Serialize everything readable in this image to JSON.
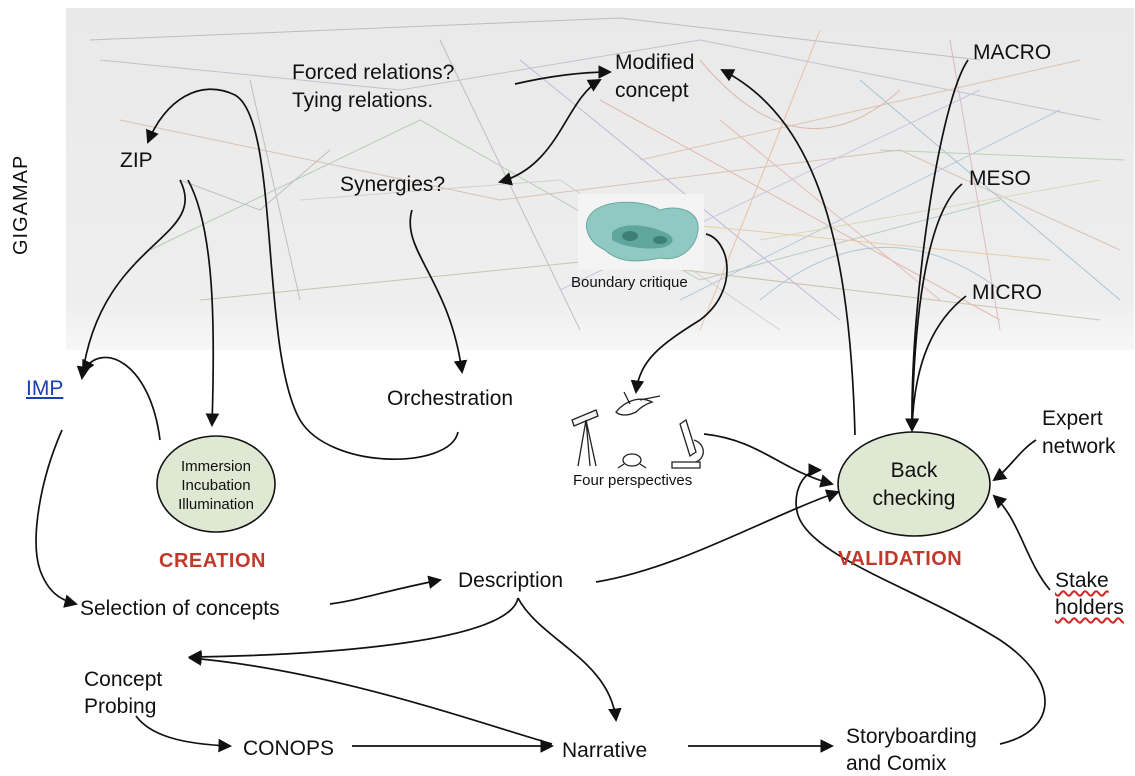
{
  "side_label": "GIGAMAP",
  "gigamap": {
    "forced_relations": "Forced relations?",
    "tying_relations": "Tying relations.",
    "modified_concept_1": "Modified",
    "modified_concept_2": "concept",
    "zip": "ZIP",
    "synergies": "Synergies?",
    "boundary_critique": "Boundary critique",
    "macro": "MACRO",
    "meso": "MESO",
    "micro": "MICRO"
  },
  "creation": {
    "imp": "IMP",
    "oval_line1": "Immersion",
    "oval_line2": "Incubation",
    "oval_line3": "Illumination",
    "title": "CREATION",
    "orchestration": "Orchestration"
  },
  "validation": {
    "four_perspectives": "Four perspectives",
    "oval_line1": "Back",
    "oval_line2": "checking",
    "title": "VALIDATION",
    "expert_network_1": "Expert",
    "expert_network_2": "network",
    "stakeholders_1": "Stake",
    "stakeholders_2": "holders"
  },
  "flow": {
    "selection": "Selection of concepts",
    "description": "Description",
    "concept_probing_1": "Concept",
    "concept_probing_2": "Probing",
    "conops": "CONOPS",
    "narrative": "Narrative",
    "storyboarding_1": "Storyboarding",
    "storyboarding_2": "and Comix"
  },
  "colors": {
    "oval_fill": "#dfe8d3",
    "title_red": "#c0392b",
    "link_blue": "#1a3fb0",
    "map_background": "#ececec",
    "boundary_blob": "#8fc9c2"
  }
}
